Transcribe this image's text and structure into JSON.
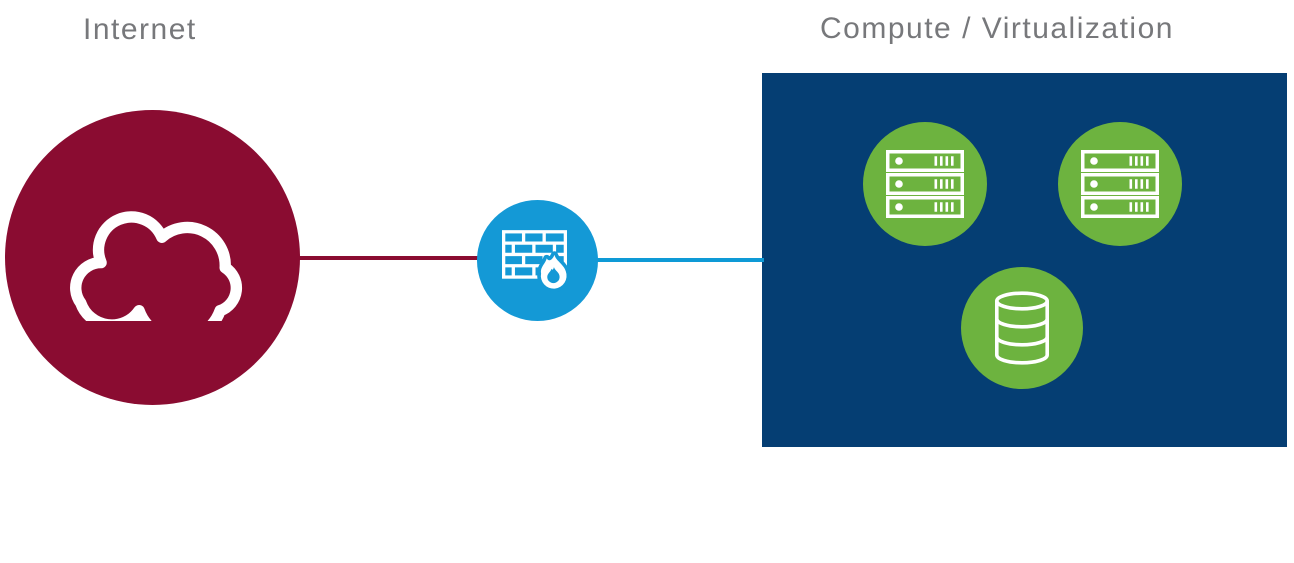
{
  "labels": {
    "internet": "Internet",
    "compute_zone": "Compute / Virtualization"
  },
  "colors": {
    "background": "#FFFFFF",
    "label_text": "#77787B",
    "internet_node": "#8A0C31",
    "internet_link": "#8A0C31",
    "firewall_node": "#1499D6",
    "compute_link": "#0E9AD6",
    "compute_zone": "#053E73",
    "compute_node": "#6DB33F",
    "icon": "#FFFFFF"
  },
  "nodes": {
    "internet": {
      "icon": "cloud-icon",
      "label": "Internet"
    },
    "firewall": {
      "icon": "firewall-icon"
    },
    "compute_zone": {
      "label": "Compute / Virtualization",
      "members": [
        {
          "icon": "server-rack-icon"
        },
        {
          "icon": "server-rack-icon"
        },
        {
          "icon": "database-icon"
        }
      ]
    }
  }
}
